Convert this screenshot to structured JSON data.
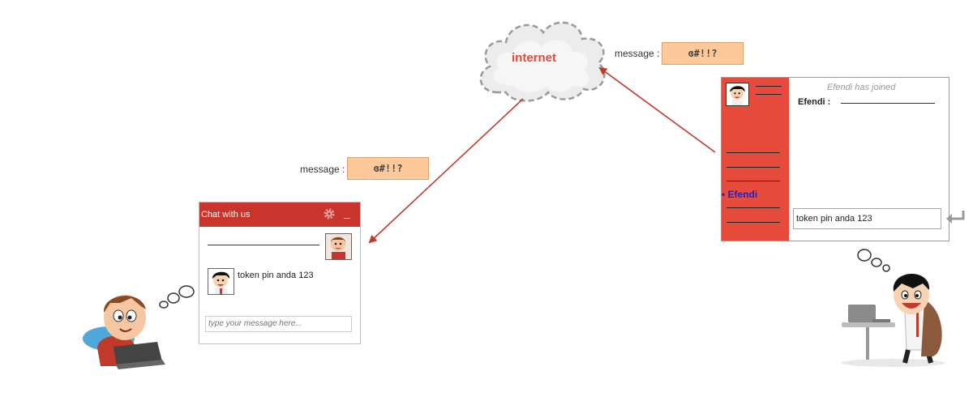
{
  "cloud": {
    "label": "internet"
  },
  "message_top": {
    "label": "message :",
    "value": "ɞ#!!?"
  },
  "message_left": {
    "label": "message :",
    "value": "ɞ#!!?"
  },
  "left_widget": {
    "title": "Chat with us",
    "minimize": "_",
    "received_text": "token pin anda 123",
    "input_placeholder": "type your message here..."
  },
  "right_window": {
    "joined_text": "Efendi has joined",
    "sender_label": "Efendi :",
    "user_list_active": "• Efendi",
    "input_value": "token pin anda 123"
  },
  "colors": {
    "arrow": "#c0392b",
    "widget_header": "#c9342c",
    "sidebar": "#e64b3c",
    "message_box": "#fdc99a",
    "cloud_text": "#e04a3c"
  }
}
